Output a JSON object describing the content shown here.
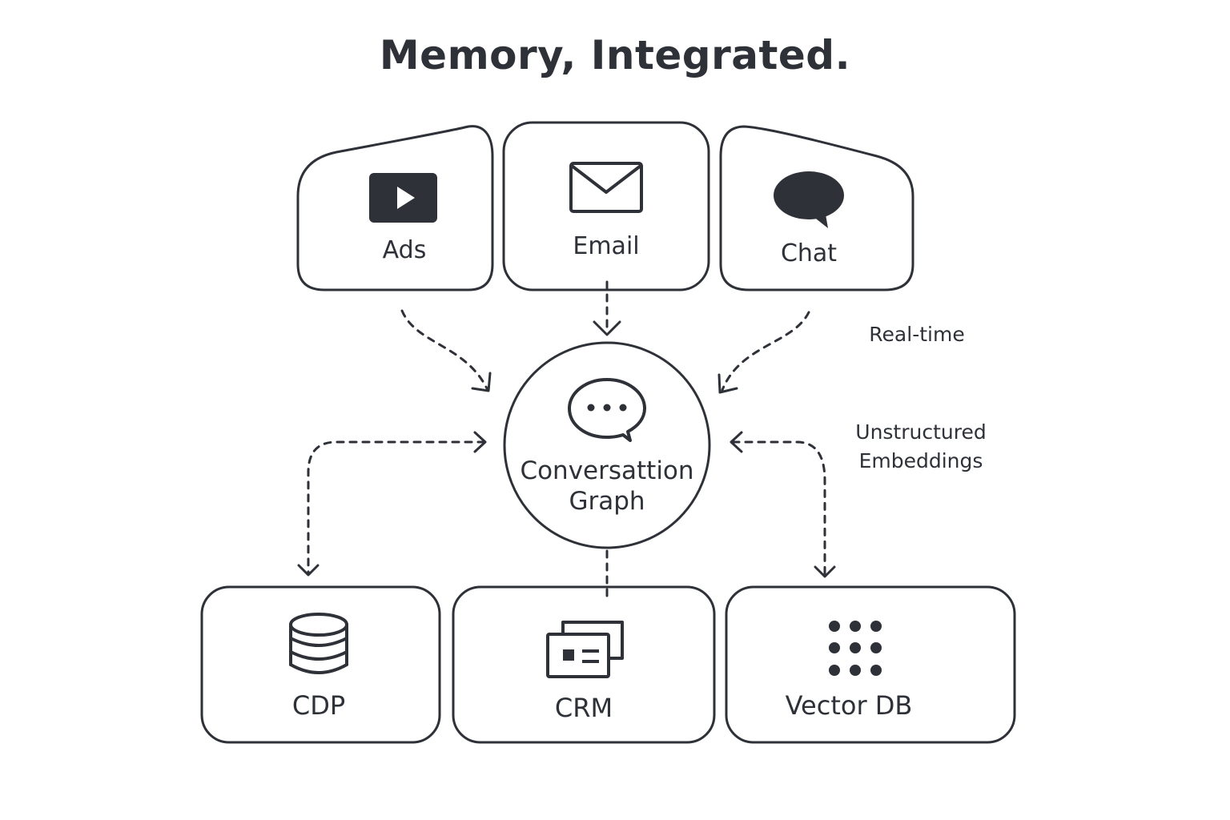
{
  "title": "Memory, Integrated.",
  "sources": [
    {
      "label": "Ads",
      "icon": "play-video-icon"
    },
    {
      "label": "Email",
      "icon": "envelope-icon"
    },
    {
      "label": "Chat",
      "icon": "speech-bubble-icon"
    }
  ],
  "hub": {
    "label_line1": "Conversattion",
    "label_line2": "Graph",
    "icon": "chat-dots-icon"
  },
  "targets": [
    {
      "label": "CDP",
      "icon": "database-icon"
    },
    {
      "label": "CRM",
      "icon": "id-cards-icon"
    },
    {
      "label": "Vector DB",
      "icon": "dot-grid-icon"
    }
  ],
  "annotations": {
    "realtime": "Real-time",
    "unstructured_line1": "Unstructured",
    "unstructured_line2": "Embeddings"
  },
  "colors": {
    "stroke": "#2e3138",
    "background": "#ffffff"
  }
}
